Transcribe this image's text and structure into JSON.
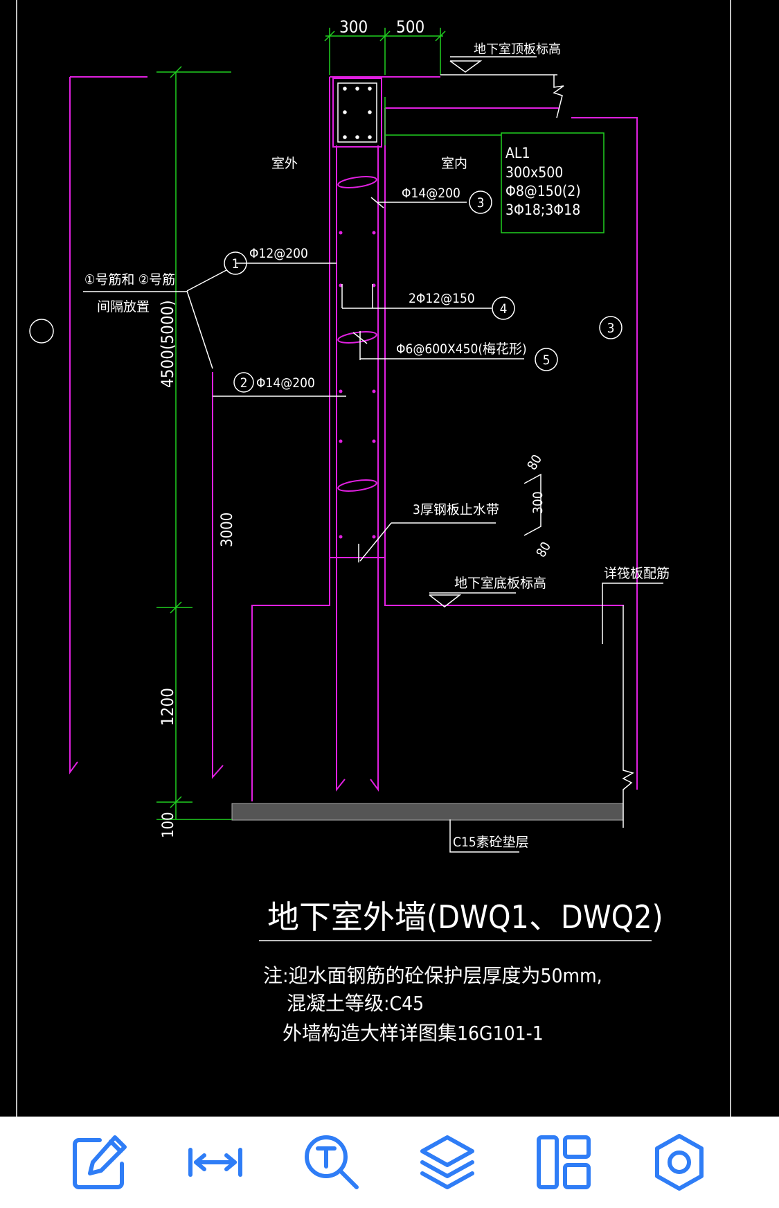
{
  "drawing": {
    "dims": {
      "d300": "300",
      "d500": "500",
      "d4500": "4500(5000)",
      "d3000": "3000",
      "d1200": "1200",
      "d100": "100",
      "d80a": "80",
      "d300b": "300",
      "d80b": "80"
    },
    "labels": {
      "roof_elev": "地下室顶板标高",
      "outside": "室外",
      "inside": "室内",
      "bar1": "Φ12@200",
      "bar3": "Φ14@200",
      "bar4": "2Φ12@150",
      "bar5": "Φ6@600X450(梅花形)",
      "bar2": "Φ14@200",
      "bar_note_1": "①号筋和 ②号筋",
      "bar_note_2": "间隔放置",
      "waterstop": "3厚钢板止水带",
      "floor_elev": "地下室底板标高",
      "raft_ref": "详筏板配筋",
      "cushion": "C15素砼垫层"
    },
    "callouts": {
      "c1": "1",
      "c2": "2",
      "c3a": "3",
      "c3b": "3",
      "c4": "4",
      "c5": "5"
    },
    "beam": {
      "name": "AL1",
      "size": "300x500",
      "stirrup": "Φ8@150(2)",
      "main": "3Φ18;3Φ18"
    },
    "title": "地下室外墙(DWQ1、DWQ2)",
    "notes": [
      "注:迎水面钢筋的砼保护层厚度为50mm,",
      "混凝土等级:C45",
      "外墙构造大样详图集16G101-1"
    ]
  },
  "colors": {
    "magenta": "#e020e0",
    "green": "#20d020",
    "white": "#ffffff",
    "accent": "#2f7df6"
  },
  "toolbar": {
    "items": [
      {
        "icon": "edit-icon"
      },
      {
        "icon": "measure-icon"
      },
      {
        "icon": "text-search-icon"
      },
      {
        "icon": "layers-icon"
      },
      {
        "icon": "layout-icon"
      },
      {
        "icon": "settings-icon"
      }
    ]
  }
}
